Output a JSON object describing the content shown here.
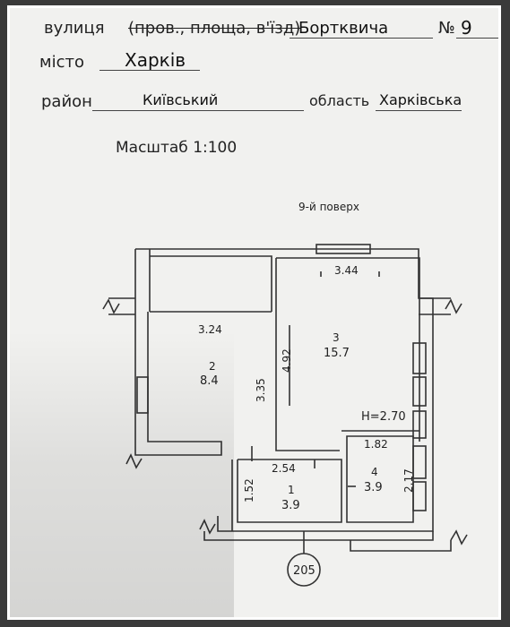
{
  "form": {
    "street_label": "вулиця",
    "street_type_options": "(пров., площа, в'їзд)",
    "street_value": "Бортквича",
    "number_label": "№",
    "number_value": "9",
    "city_label": "місто",
    "city_value": "Харків",
    "district_label": "район",
    "district_value": "Київський",
    "region_label": "область",
    "region_value": "Харківська",
    "scale_label": "Масштаб 1:100"
  },
  "plan": {
    "floor_label": "9-й поверх",
    "ceiling_height": "H=2.70",
    "stamp_number": "205",
    "rooms": [
      {
        "number": "1",
        "area": "3.9",
        "dim_w": "2.54",
        "dim_h": "1.52"
      },
      {
        "number": "2",
        "area": "8.4",
        "dim_w": "3.24",
        "dim_h": "3.35"
      },
      {
        "number": "3",
        "area": "15.7",
        "dim_w": "3.44",
        "dim_h": "4.92"
      },
      {
        "number": "4",
        "area": "3.9",
        "dim_w": "1.82",
        "dim_h": "2.17"
      }
    ]
  }
}
